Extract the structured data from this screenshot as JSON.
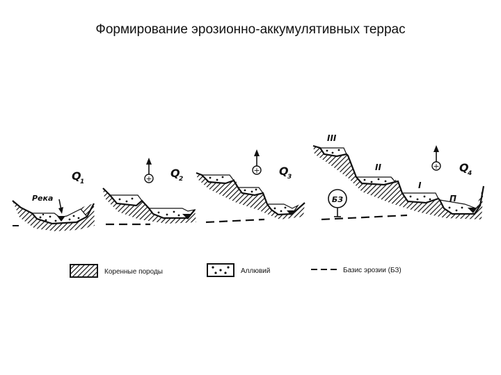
{
  "title": "Формирование эрозионно-аккумулятивных террас",
  "stages": [
    {
      "label": "Q",
      "index": "1"
    },
    {
      "label": "Q",
      "index": "2"
    },
    {
      "label": "Q",
      "index": "3"
    },
    {
      "label": "Q",
      "index": "4"
    }
  ],
  "river_label": "Река",
  "terraces": {
    "iii": "III",
    "ii": "II",
    "i": "I",
    "floodplain": "П"
  },
  "base_badge": "БЗ",
  "uplift_symbol": "+",
  "legend": {
    "bedrock": "Коренные породы",
    "alluvium": "Аллювий",
    "base": "Базис эрозии (БЗ)"
  },
  "icons": [
    "uplift-arrow-icon",
    "river-arrow-icon",
    "base-marker-icon"
  ]
}
